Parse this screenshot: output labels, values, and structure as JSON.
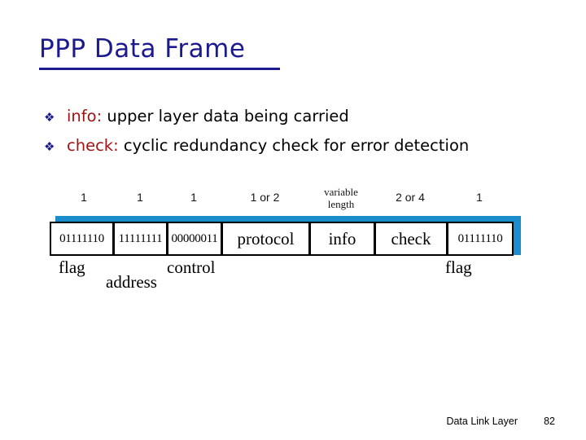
{
  "slide": {
    "title": "PPP Data Frame",
    "title_color": "#1b1b8f",
    "accent_color": "#1b8ccc",
    "keyword_color": "#a01414",
    "background": "#ffffff"
  },
  "bullets": [
    {
      "marker": "❖",
      "keyword": "info:",
      "text": " upper layer data being carried"
    },
    {
      "marker": "❖",
      "keyword": "check:",
      "text": "  cyclic redundancy check for error detection"
    }
  ],
  "diagram": {
    "name": "ppp-frame-format",
    "size_labels": [
      {
        "text": "1",
        "multiline": false
      },
      {
        "text": "1",
        "multiline": false
      },
      {
        "text": "1",
        "multiline": false
      },
      {
        "text": "1 or 2",
        "multiline": false
      },
      {
        "text": "variable",
        "text2": "length",
        "multiline": true
      },
      {
        "text": "2 or 4",
        "multiline": false
      },
      {
        "text": "1",
        "multiline": false
      }
    ],
    "fields": [
      {
        "value": "01111110",
        "kind": "bits"
      },
      {
        "value": "11111111",
        "kind": "bits"
      },
      {
        "value": "00000011",
        "kind": "bits"
      },
      {
        "value": "protocol",
        "kind": "word"
      },
      {
        "value": "info",
        "kind": "word"
      },
      {
        "value": "check",
        "kind": "word"
      },
      {
        "value": "01111110",
        "kind": "bits"
      }
    ],
    "field_labels": [
      {
        "text": "flag"
      },
      {
        "text": "address"
      },
      {
        "text": "control"
      },
      {
        "text": "flag"
      }
    ]
  },
  "footer": {
    "label": "Data Link Layer",
    "page": "82"
  }
}
